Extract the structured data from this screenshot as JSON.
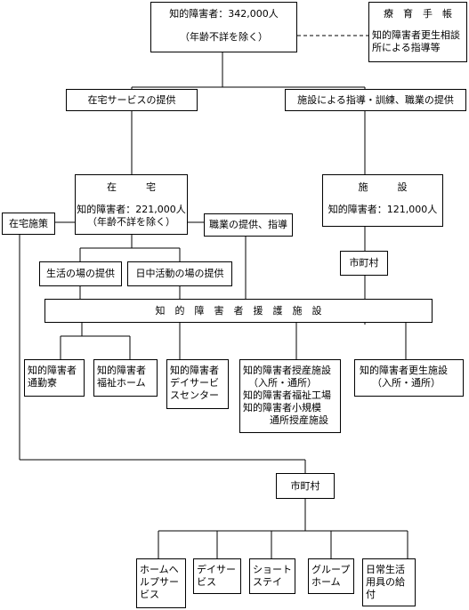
{
  "top": {
    "line1": "知的障害者：342,000人",
    "line2": "（年齢不詳を除く）"
  },
  "ryoiku": {
    "title": "療　育　手　帳",
    "line1": "知的障害者更生相談",
    "line2": "所による指導等"
  },
  "zaitaku_service": "在宅サービスの提供",
  "shisetsu_service": "施設による指導・訓練、職業の提供",
  "zaitaku": {
    "title": "在　　　宅",
    "line1": "知的障害者：221,000人",
    "line2": "（年齢不詳を除く）"
  },
  "shisetsu": {
    "title": "施　　　設",
    "line1": "知的障害者：121,000人"
  },
  "zaitaku_shisaku": "在宅施策",
  "shokugyo": "職業の提供、指導",
  "shichoson_1": "市町村",
  "seikatsu": "生活の場の提供",
  "nitchu": "日中活動の場の提供",
  "engo": "知　的　障　害　者　援　護　施　設",
  "tsukinryo": {
    "line1": "知的障害者",
    "line2": "通勤寮"
  },
  "fukushi_home": {
    "line1": "知的障害者",
    "line2": "福祉ホーム"
  },
  "day_service": {
    "line1": "知的障害者",
    "line2": "デイサービ",
    "line3": "スセンター"
  },
  "jusan": {
    "line1": "知的障害者授産施設",
    "line2": "（入所・通所）",
    "line3": "知的障害者福祉工場",
    "line4": "知的障害者小規模",
    "line5": "通所授産施設"
  },
  "kosei": {
    "line1": "知的障害者更生施設",
    "line2": "（入所・通所）"
  },
  "shichoson_2": "市町村",
  "home_help": {
    "line1": "ホームヘ",
    "line2": "ルプサー",
    "line3": "ビス"
  },
  "day_serv": {
    "line1": "デイサー",
    "line2": "ビス"
  },
  "short_stay": {
    "line1": "ショート",
    "line2": "ステイ"
  },
  "group_home": {
    "line1": "グループ",
    "line2": "ホーム"
  },
  "nichijo": {
    "line1": "日常生活",
    "line2": "用具の給",
    "line3": "付"
  }
}
